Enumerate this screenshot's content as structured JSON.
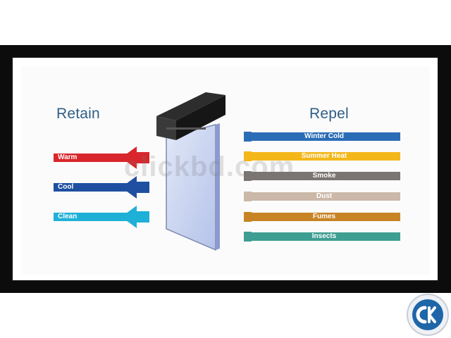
{
  "headings": {
    "retain": "Retain",
    "repel": "Repel"
  },
  "retain_items": [
    {
      "label": "Warm",
      "color": "#d8262c"
    },
    {
      "label": "Cool",
      "color": "#1f4fa0"
    },
    {
      "label": "Clean",
      "color": "#1fb0d8"
    }
  ],
  "repel_items": [
    {
      "label": "Winter Cold",
      "color": "#2b6cb6"
    },
    {
      "label": "Summer Heat",
      "color": "#f3b71a"
    },
    {
      "label": "Smoke",
      "color": "#7a7572"
    },
    {
      "label": "Dust",
      "color": "#cbb8a8"
    },
    {
      "label": "Fumes",
      "color": "#c88424"
    },
    {
      "label": "Insects",
      "color": "#3e9e92"
    }
  ],
  "watermark": "clickbd.com",
  "logo_icon": "clickbd-logo-icon"
}
